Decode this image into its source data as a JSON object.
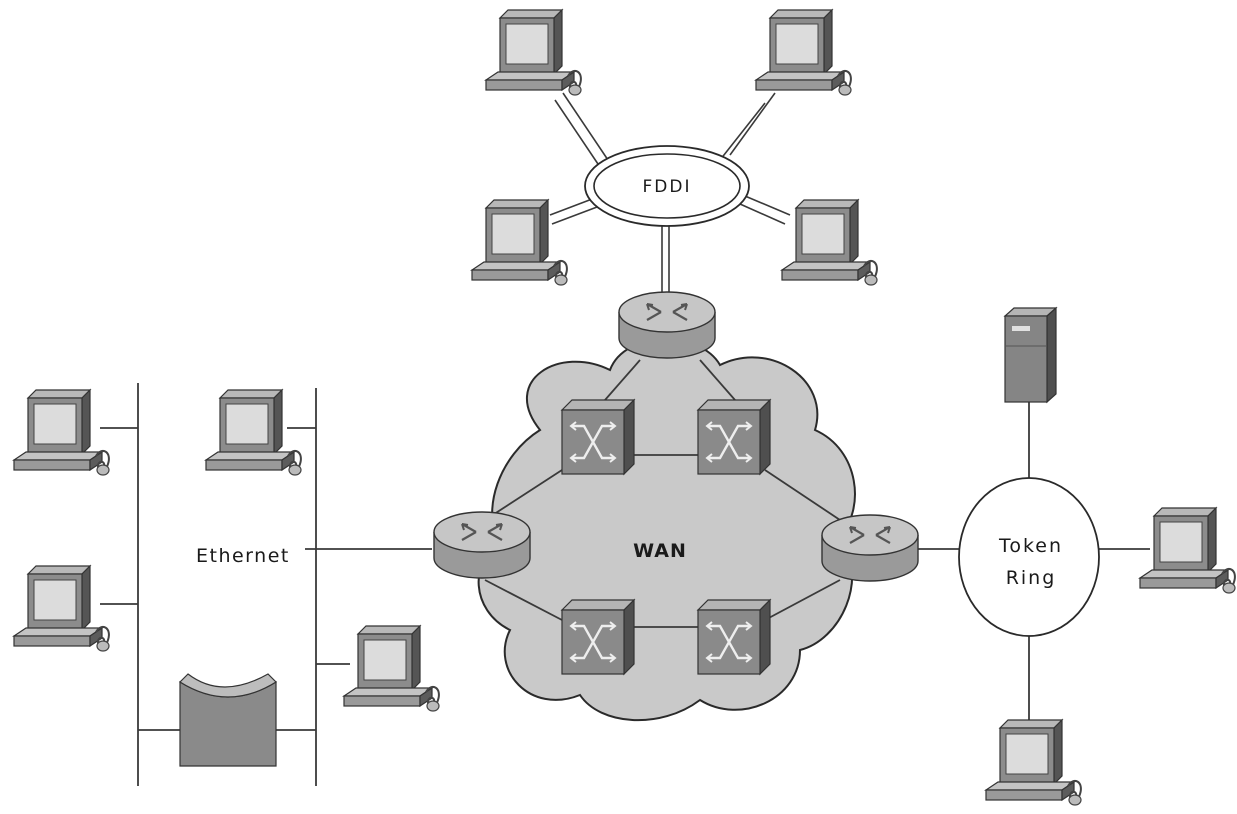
{
  "labels": {
    "fddi": "FDDI",
    "ethernet": "Ethernet",
    "wan": "WAN",
    "token_ring_line1": "Token",
    "token_ring_line2": "Ring"
  },
  "icons": {
    "workstation": "workstation-icon",
    "router": "router-icon",
    "switch": "atm-switch-icon",
    "server": "server-icon",
    "storage": "storage-icon",
    "cloud": "wan-cloud-icon"
  },
  "colors": {
    "cloud_fill": "#c9c9c9",
    "cloud_stroke": "#2a2a2a",
    "device_face": "#8f8f8f",
    "device_dark": "#5a5a5a",
    "screen": "#d9d9d9",
    "line": "#3a3a3a"
  }
}
